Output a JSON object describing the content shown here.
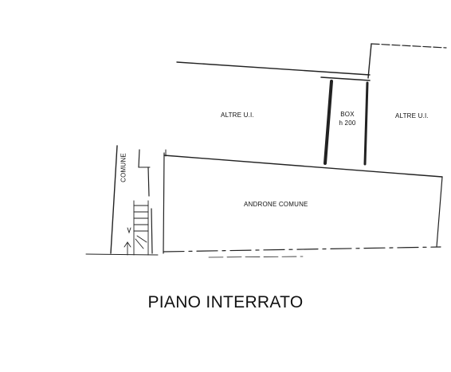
{
  "rooms": {
    "altre_left": "ALTRE U.I.",
    "box_name": "BOX",
    "box_height": "h 200",
    "altre_right": "ALTRE U.I.",
    "androne": "ANDRONE COMUNE",
    "comune": "COMUNE"
  },
  "title": "PIANO INTERRATO"
}
